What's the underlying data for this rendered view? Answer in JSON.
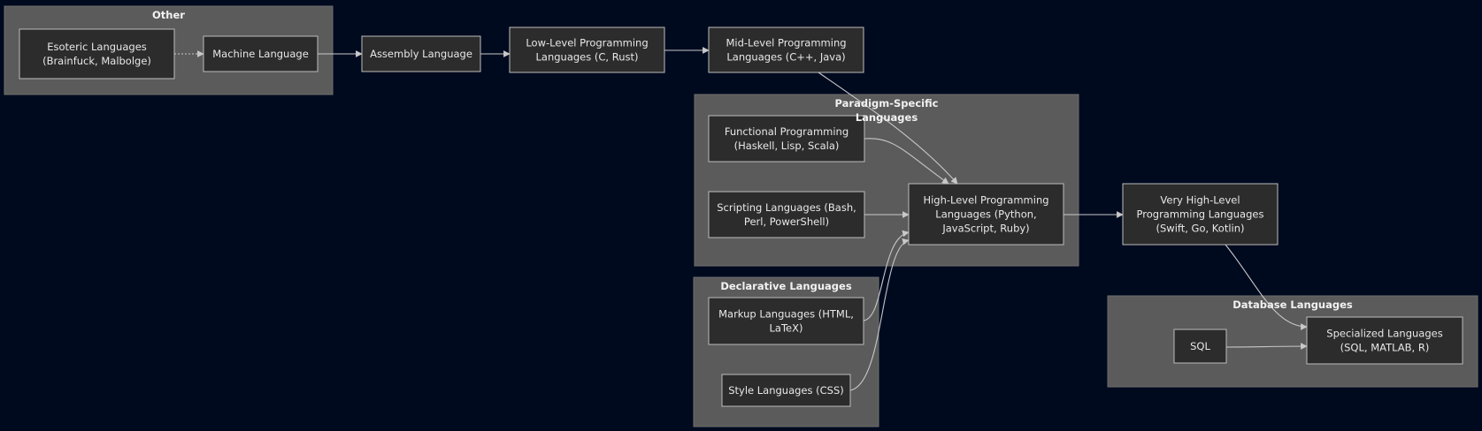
{
  "clusters": {
    "other": "Other",
    "paradigm": [
      "Paradigm-Specific",
      "Languages"
    ],
    "declarative": "Declarative Languages",
    "database": "Database Languages"
  },
  "nodes": {
    "esoteric": [
      "Esoteric Languages",
      "(Brainfuck, Malbolge)"
    ],
    "machine": [
      "Machine Language"
    ],
    "assembly": [
      "Assembly Language"
    ],
    "low": [
      "Low-Level Programming",
      "Languages (C, Rust)"
    ],
    "mid": [
      "Mid-Level Programming",
      "Languages (C++, Java)"
    ],
    "functional": [
      "Functional Programming",
      "(Haskell, Lisp, Scala)"
    ],
    "scripting": [
      "Scripting Languages (Bash,",
      "Perl, PowerShell)"
    ],
    "high": [
      "High-Level Programming",
      "Languages (Python,",
      "JavaScript, Ruby)"
    ],
    "veryhigh": [
      "Very High-Level",
      "Programming Languages",
      "(Swift, Go, Kotlin)"
    ],
    "markup": [
      "Markup Languages (HTML,",
      "LaTeX)"
    ],
    "style": [
      "Style Languages (CSS)"
    ],
    "sql": [
      "SQL"
    ],
    "specialized": [
      "Specialized Languages",
      "(SQL, MATLAB, R)"
    ]
  },
  "edges": [
    {
      "from": "esoteric",
      "to": "machine",
      "style": "dotted"
    },
    {
      "from": "machine",
      "to": "assembly"
    },
    {
      "from": "assembly",
      "to": "low"
    },
    {
      "from": "low",
      "to": "mid"
    },
    {
      "from": "mid",
      "to": "high"
    },
    {
      "from": "functional",
      "to": "high"
    },
    {
      "from": "scripting",
      "to": "high"
    },
    {
      "from": "markup",
      "to": "high"
    },
    {
      "from": "style",
      "to": "high"
    },
    {
      "from": "high",
      "to": "veryhigh"
    },
    {
      "from": "veryhigh",
      "to": "specialized"
    },
    {
      "from": "sql",
      "to": "specialized"
    }
  ],
  "colors": {
    "background": "#000a1f",
    "cluster": "#5b5b5b",
    "node": "#2c2c2c",
    "stroke": "#c8c8c8"
  }
}
